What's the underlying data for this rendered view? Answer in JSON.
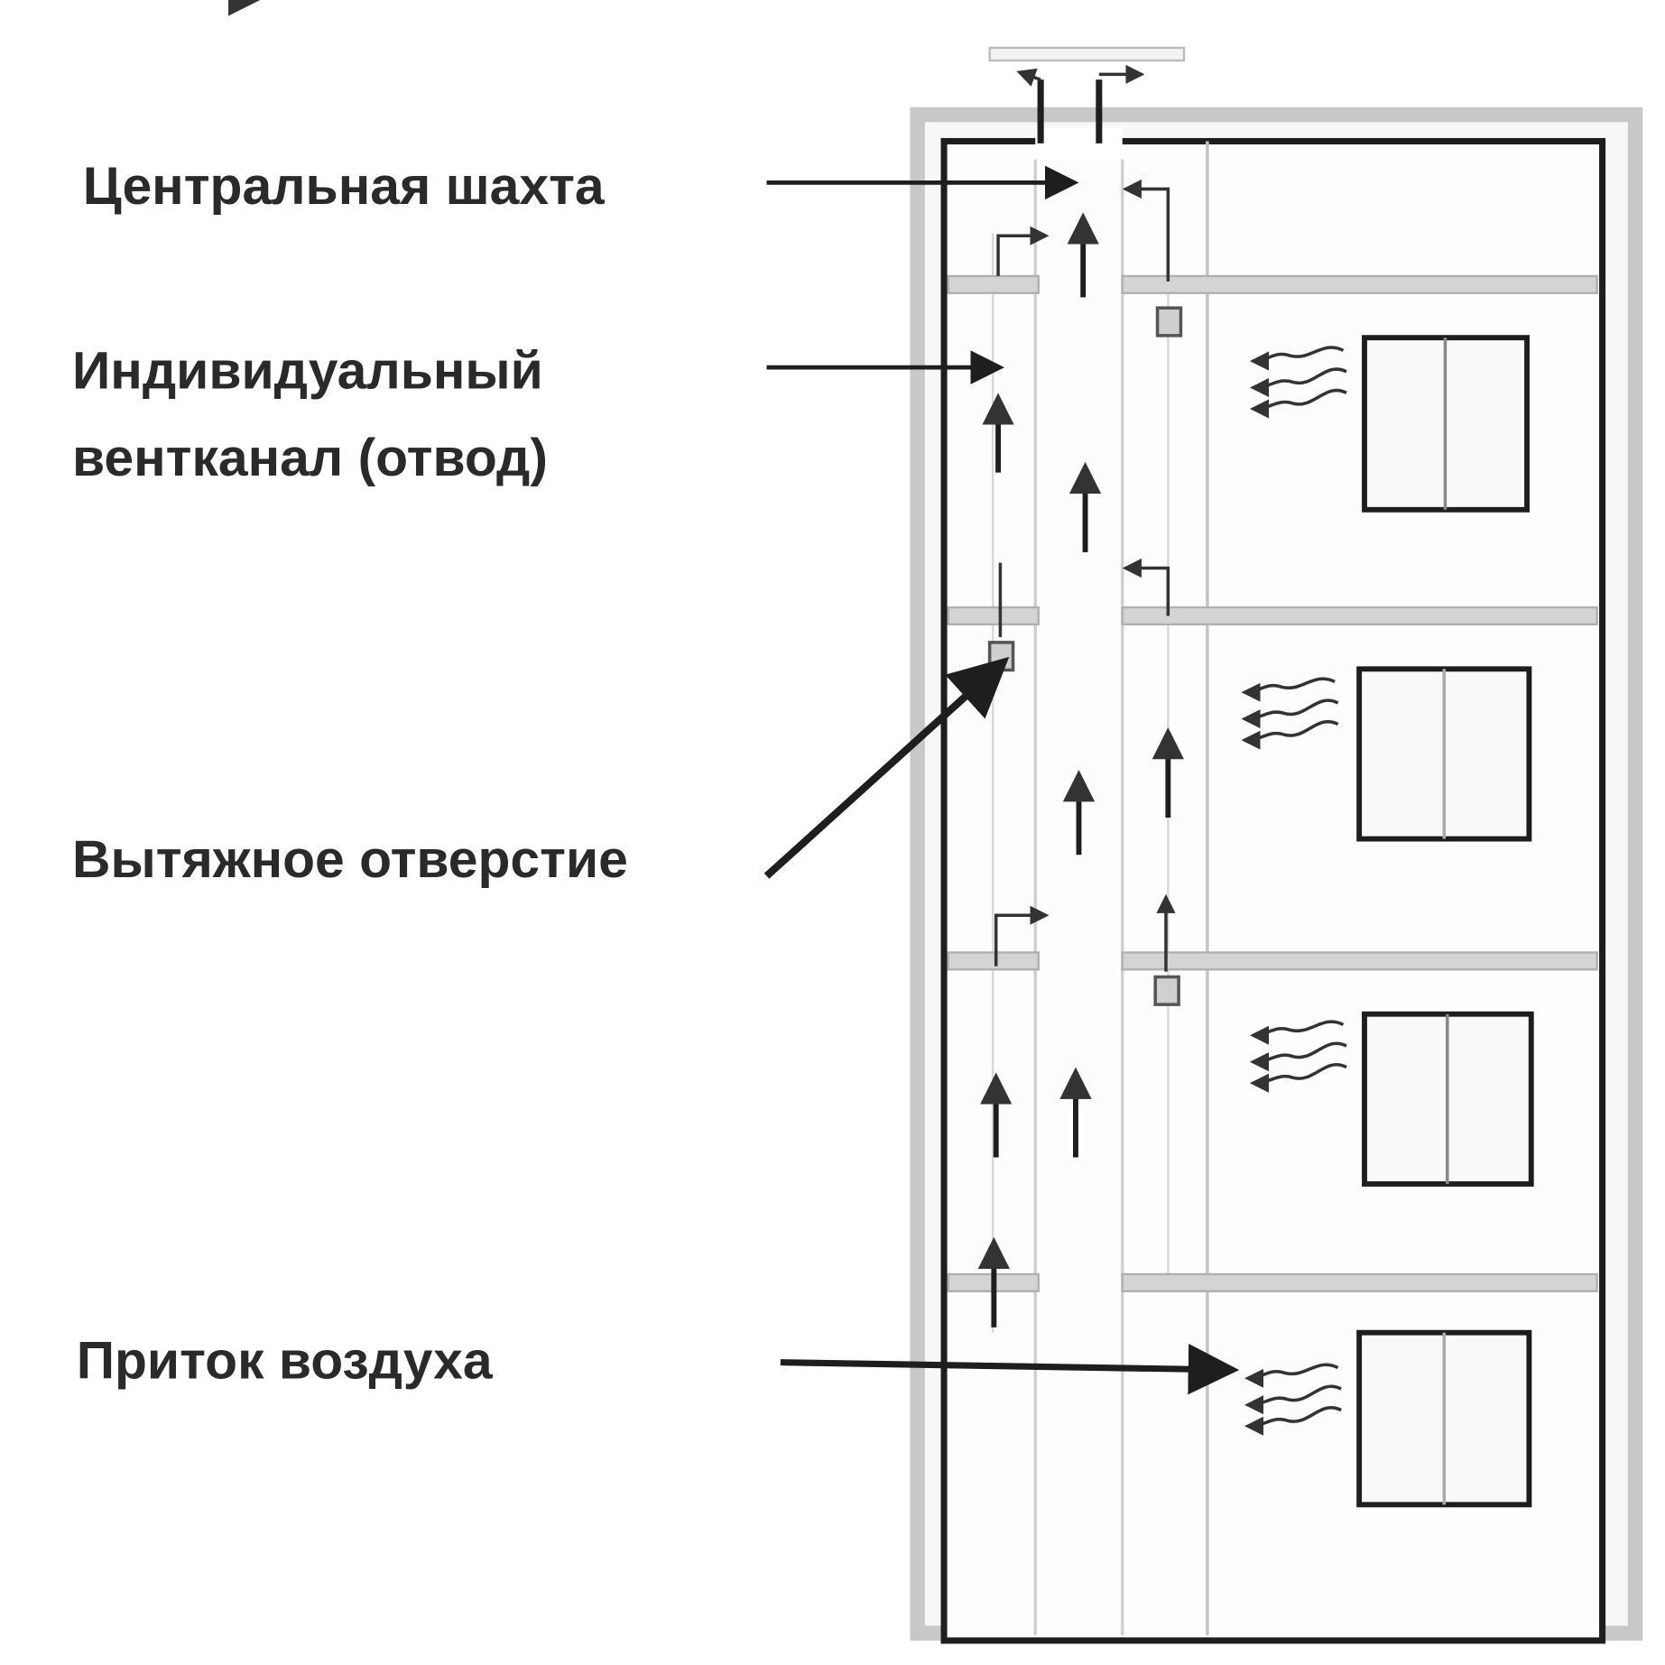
{
  "labels": {
    "central_shaft": "Центральная шахта",
    "individual_duct_line1": "Индивидуальный",
    "individual_duct_line2": "вентканал (отвод)",
    "exhaust_opening": "Вытяжное отверстие",
    "air_inflow": "Приток воздуха"
  },
  "colors": {
    "ink": "#1e1e1e",
    "wall_gray": "#c8c8c8",
    "slab_gray": "#bdbdbd",
    "background": "#ffffff"
  },
  "floors": 4
}
